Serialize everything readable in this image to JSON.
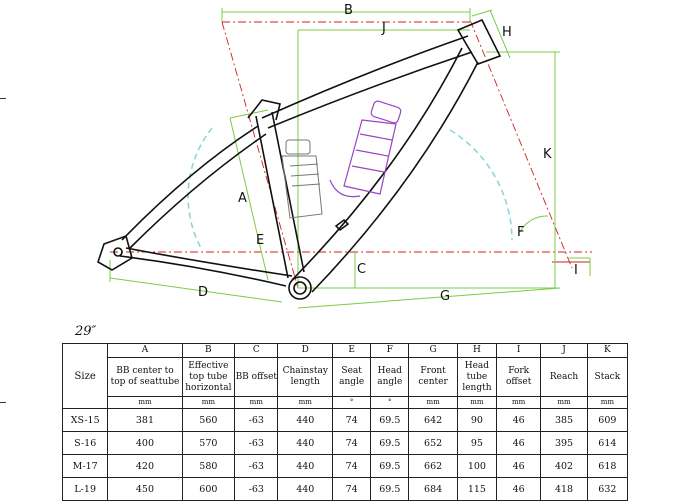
{
  "diagram": {
    "dimension_letters": {
      "A": "A",
      "B": "B",
      "C": "C",
      "D": "D",
      "E": "E",
      "F": "F",
      "G": "G",
      "H": "H",
      "I": "I",
      "J": "J",
      "K": "K"
    },
    "colors": {
      "frame": "#111111",
      "construction_red": "#cc2222",
      "dimension_green": "#7acc44",
      "angle_cyan": "#8fd6d6",
      "bottle_purple": "#9a44c4",
      "bottle_gray": "#777777"
    }
  },
  "table": {
    "title": "29″",
    "size_header": "Size",
    "columns": [
      {
        "letter": "A",
        "name": "BB center to top of seattube",
        "unit": "mm"
      },
      {
        "letter": "B",
        "name": "Effective top tube horizontal",
        "unit": "mm"
      },
      {
        "letter": "C",
        "name": "BB offset",
        "unit": "mm"
      },
      {
        "letter": "D",
        "name": "Chainstay length",
        "unit": "mm"
      },
      {
        "letter": "E",
        "name": "Seat angle",
        "unit": "°"
      },
      {
        "letter": "F",
        "name": "Head angle",
        "unit": "°"
      },
      {
        "letter": "G",
        "name": "Front center",
        "unit": "mm"
      },
      {
        "letter": "H",
        "name": "Head tube length",
        "unit": "mm"
      },
      {
        "letter": "I",
        "name": "Fork offset",
        "unit": "mm"
      },
      {
        "letter": "J",
        "name": "Reach",
        "unit": "mm"
      },
      {
        "letter": "K",
        "name": "Stack",
        "unit": "mm"
      }
    ],
    "rows": [
      {
        "size": "XS-15",
        "values": [
          "381",
          "560",
          "-63",
          "440",
          "74",
          "69.5",
          "642",
          "90",
          "46",
          "385",
          "609"
        ]
      },
      {
        "size": "S-16",
        "values": [
          "400",
          "570",
          "-63",
          "440",
          "74",
          "69.5",
          "652",
          "95",
          "46",
          "395",
          "614"
        ]
      },
      {
        "size": "M-17",
        "values": [
          "420",
          "580",
          "-63",
          "440",
          "74",
          "69.5",
          "662",
          "100",
          "46",
          "402",
          "618"
        ]
      },
      {
        "size": "L-19",
        "values": [
          "450",
          "600",
          "-63",
          "440",
          "74",
          "69.5",
          "684",
          "115",
          "46",
          "418",
          "632"
        ]
      }
    ]
  }
}
